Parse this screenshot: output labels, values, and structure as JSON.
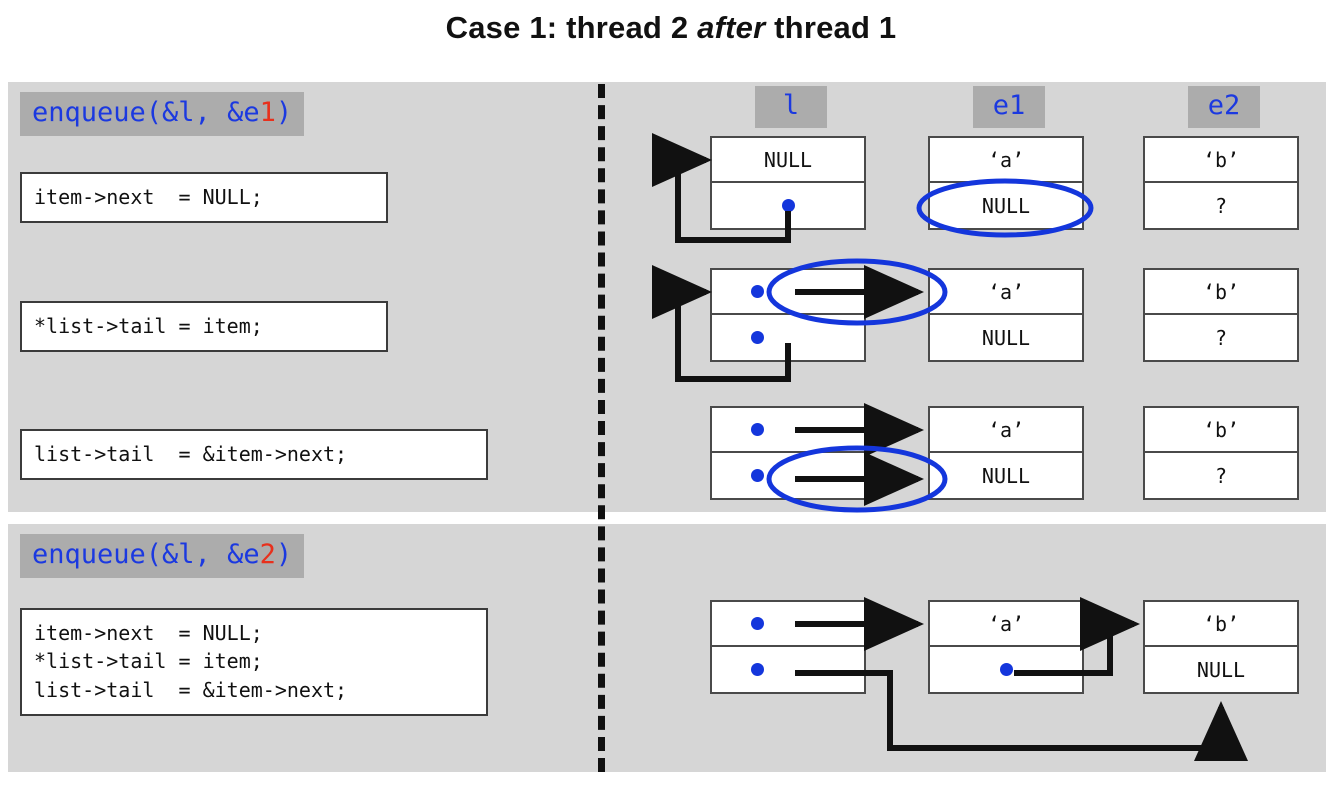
{
  "title": {
    "prefix": "Case 1: thread 2 ",
    "emphasis": "after",
    "suffix": " thread 1"
  },
  "colors": {
    "panel_bg": "#d6d6d6",
    "badge_bg": "#acacac",
    "code_blue": "#1b39e0",
    "accent_red": "#e8301c",
    "pointer_dot": "#1436dc",
    "highlight_ellipse": "#1436dc",
    "box_border": "#4a4a4a",
    "arrow": "#111111",
    "page_bg": "#ffffff"
  },
  "columns": [
    {
      "name": "col-l",
      "label": "l"
    },
    {
      "name": "col-e1",
      "label": "e1"
    },
    {
      "name": "col-e2",
      "label": "e2"
    }
  ],
  "sections": [
    {
      "id": "thread1",
      "header": {
        "text_before": "enqueue(&l, &e",
        "accent": "1",
        "text_after": ")"
      },
      "code_steps": [
        "item->next  = NULL;",
        "*list->tail = item;",
        "list->tail  = &item->next;"
      ],
      "states": [
        {
          "step_index": 0,
          "l": {
            "top": "NULL",
            "bottom": "pointer-dot"
          },
          "e1": {
            "top": "‘a’",
            "bottom": "NULL"
          },
          "e2": {
            "top": "‘b’",
            "bottom": "?"
          },
          "highlight": "e1-next-null"
        },
        {
          "step_index": 1,
          "l": {
            "top": "pointer-dot",
            "bottom": "pointer-dot"
          },
          "e1": {
            "top": "‘a’",
            "bottom": "NULL"
          },
          "e2": {
            "top": "‘b’",
            "bottom": "?"
          },
          "highlight": "l-head-pointer"
        },
        {
          "step_index": 2,
          "l": {
            "top": "pointer-dot",
            "bottom": "pointer-dot"
          },
          "e1": {
            "top": "‘a’",
            "bottom": "NULL"
          },
          "e2": {
            "top": "‘b’",
            "bottom": "?"
          },
          "highlight": "l-tail-pointer"
        }
      ]
    },
    {
      "id": "thread2",
      "header": {
        "text_before": "enqueue(&l, &e",
        "accent": "2",
        "text_after": ")"
      },
      "code_block": "item->next  = NULL;\n*list->tail = item;\nlist->tail  = &item->next;",
      "states": [
        {
          "step_index": 0,
          "l": {
            "top": "pointer-dot",
            "bottom": "pointer-dot"
          },
          "e1": {
            "top": "‘a’",
            "bottom": "pointer-dot"
          },
          "e2": {
            "top": "‘b’",
            "bottom": "NULL"
          },
          "highlight": "none"
        }
      ]
    }
  ]
}
